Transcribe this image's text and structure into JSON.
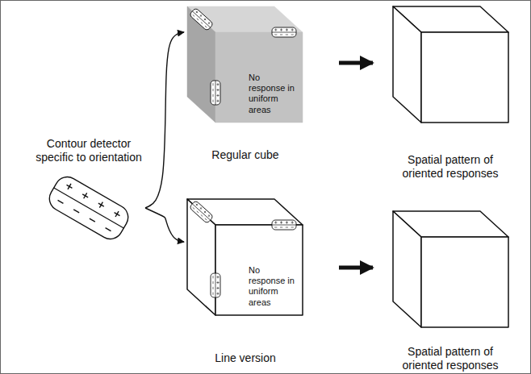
{
  "diagram": {
    "nodes": [
      {
        "text": [
          "Contour detector specific to orientation"
        ]
      },
      {
        "text": [
          "No response in uniform areas",
          "Regular cube"
        ]
      },
      {
        "text": [
          "Spatial pattern of oriented responses"
        ]
      },
      {
        "text": [
          "No response in uniform areas",
          "Line version"
        ]
      },
      {
        "text": [
          "Spatial pattern of oriented responses"
        ]
      }
    ],
    "edges": [
      {
        "from": 0,
        "to": 1,
        "arrow": "to"
      },
      {
        "from": 1,
        "to": 2,
        "arrow": "to"
      },
      {
        "from": 0,
        "to": 3,
        "arrow": "to"
      },
      {
        "from": 3,
        "to": 4,
        "arrow": "to"
      }
    ]
  }
}
